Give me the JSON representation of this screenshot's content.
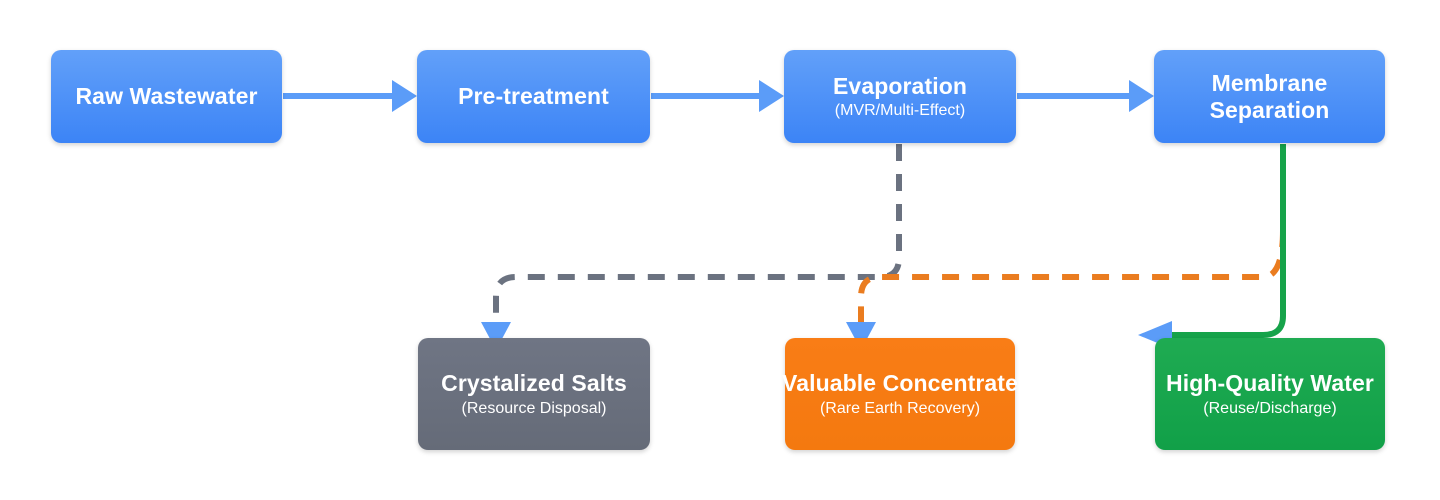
{
  "diagram": {
    "type": "flowchart",
    "background": "#ffffff",
    "palette": {
      "process_blue": "#4a90f7",
      "connector_blue": "#5b9cf8",
      "salts_gray": "#6b7280",
      "concentrate_orange": "#f97316",
      "water_green": "#16a34a",
      "dashed_gray": "#6b7280",
      "dashed_orange": "#ea7c1f",
      "arrowhead_blue": "#5b9cf8"
    },
    "nodes": [
      {
        "id": "raw-wastewater",
        "title": "Raw Wastewater",
        "subtitle": "",
        "color": "#4a90f7",
        "row": "top"
      },
      {
        "id": "pre-treatment",
        "title": "Pre-treatment",
        "subtitle": "",
        "color": "#4a90f7",
        "row": "top"
      },
      {
        "id": "evaporation",
        "title": "Evaporation",
        "subtitle": "(MVR/Multi-Effect)",
        "color": "#4a90f7",
        "row": "top"
      },
      {
        "id": "membrane-separation",
        "title": "Membrane Separation",
        "subtitle": "",
        "color": "#4a90f7",
        "row": "top"
      },
      {
        "id": "crystalized-salts",
        "title": "Crystalized Salts",
        "subtitle": "(Resource Disposal)",
        "color": "#6b7280",
        "row": "bottom"
      },
      {
        "id": "valuable-concentrate",
        "title": "Valuable Concentrate",
        "subtitle": "(Rare Earth Recovery)",
        "color": "#f97316",
        "row": "bottom"
      },
      {
        "id": "high-quality-water",
        "title": "High-Quality Water",
        "subtitle": "(Reuse/Discharge)",
        "color": "#16a34a",
        "row": "bottom"
      }
    ],
    "edges": [
      {
        "id": "raw-to-pre",
        "from": "raw-wastewater",
        "to": "pre-treatment",
        "style": "solid",
        "color": "#5b9cf8",
        "label": ""
      },
      {
        "id": "pre-to-evap",
        "from": "pre-treatment",
        "to": "evaporation",
        "style": "solid",
        "color": "#5b9cf8",
        "label": ""
      },
      {
        "id": "evap-to-membrane",
        "from": "evaporation",
        "to": "membrane-separation",
        "style": "solid",
        "color": "#5b9cf8",
        "label": ""
      },
      {
        "id": "evap-to-salts",
        "from": "evaporation",
        "to": "crystalized-salts",
        "style": "dashed",
        "color": "#6b7280",
        "label": ""
      },
      {
        "id": "membrane-to-concentrate",
        "from": "membrane-separation",
        "to": "valuable-concentrate",
        "style": "dashed",
        "color": "#ea7c1f",
        "label": ""
      },
      {
        "id": "membrane-to-water",
        "from": "membrane-separation",
        "to": "high-quality-water",
        "style": "solid",
        "color": "#16a34a",
        "label": ""
      }
    ]
  }
}
